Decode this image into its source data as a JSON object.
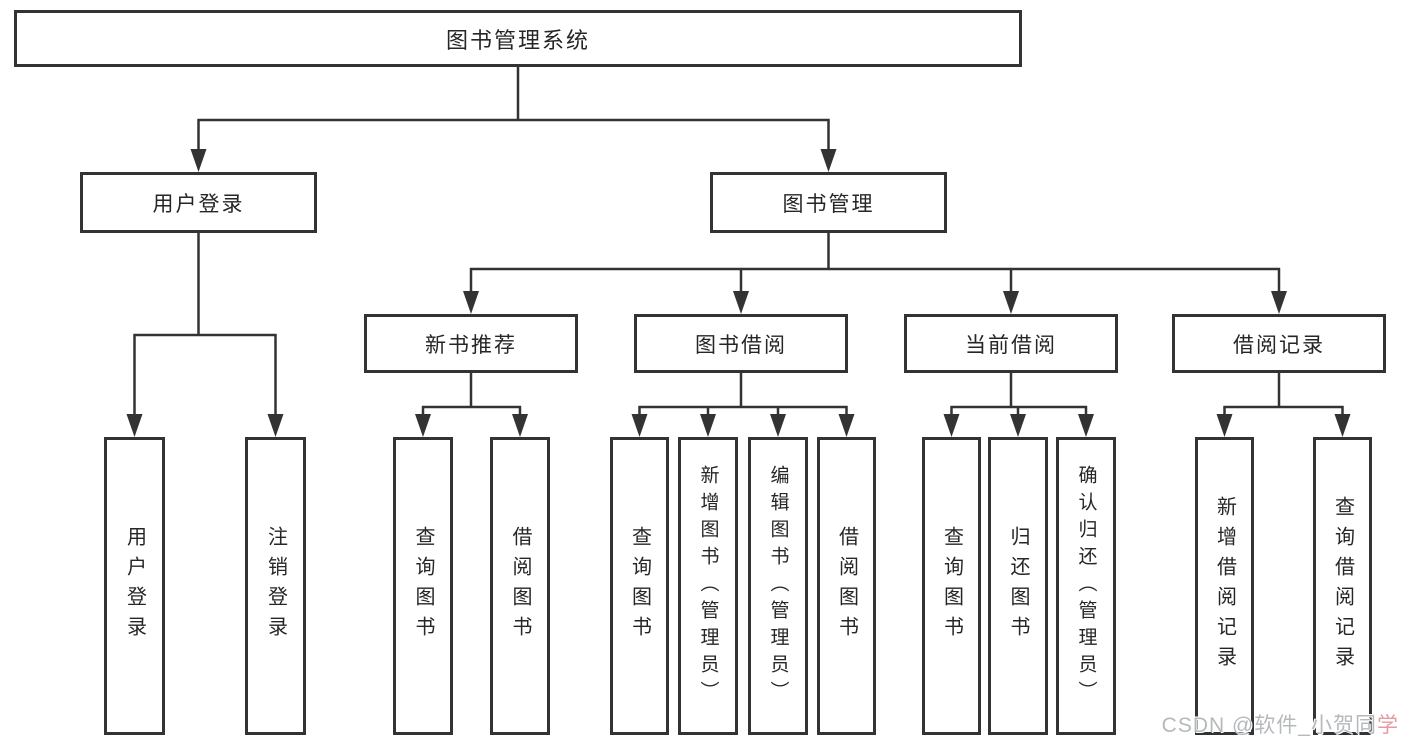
{
  "tree": {
    "root": {
      "label": "图书管理系统"
    },
    "branches": [
      {
        "label": "用户登录",
        "children": [
          {
            "label": "用户登录"
          },
          {
            "label": "注销登录"
          }
        ]
      },
      {
        "label": "图书管理",
        "children": [
          {
            "label": "新书推荐",
            "children": [
              {
                "label": "查询图书"
              },
              {
                "label": "借阅图书"
              }
            ]
          },
          {
            "label": "图书借阅",
            "children": [
              {
                "label": "查询图书"
              },
              {
                "label": "新增图书（管理员）"
              },
              {
                "label": "编辑图书（管理员）"
              },
              {
                "label": "借阅图书"
              }
            ]
          },
          {
            "label": "当前借阅",
            "children": [
              {
                "label": "查询图书"
              },
              {
                "label": "归还图书"
              },
              {
                "label": "确认归还（管理员）"
              }
            ]
          },
          {
            "label": "借阅记录",
            "children": [
              {
                "label": "新增借阅记录"
              },
              {
                "label": "查询借阅记录"
              }
            ]
          }
        ]
      }
    ]
  },
  "watermark": {
    "prefix": "CSDN @软件_小贺同",
    "suffix": "学"
  },
  "colors": {
    "line": "#333333",
    "box_border": "#333333",
    "text": "#262626",
    "background": "#ffffff",
    "watermark_gray": "#b5b9bc",
    "watermark_accent": "#e39ba1"
  }
}
